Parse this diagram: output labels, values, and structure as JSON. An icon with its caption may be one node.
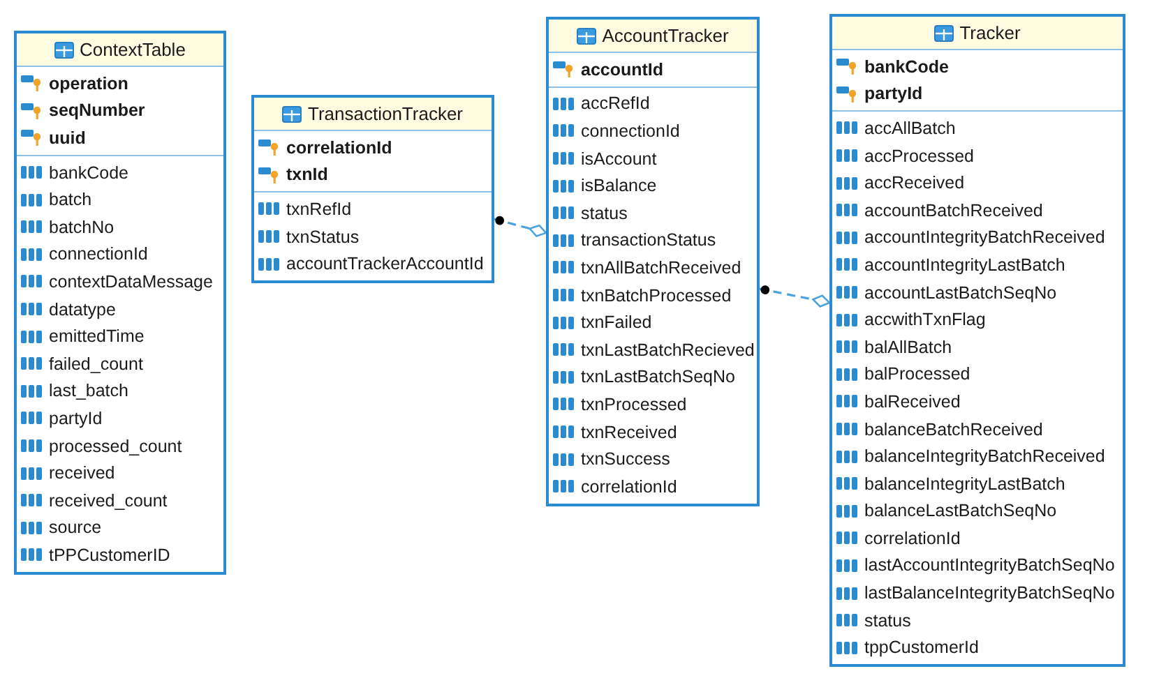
{
  "diagram": {
    "nodes": [
      {
        "text": [
          "ContextTable"
        ]
      },
      {
        "text": [
          "operation",
          "seqNumber",
          "uuid"
        ],
        "in": 0
      },
      {
        "text": [
          "bankCode",
          "batch",
          "batchNo",
          "connectionId",
          "contextDataMessage",
          "datatype",
          "emittedTime",
          "failed_count",
          "last_batch",
          "partyId",
          "processed_count",
          "received",
          "received_count",
          "source",
          "tPPCustomerID"
        ],
        "in": 0
      },
      {
        "text": [
          "TransactionTracker"
        ]
      },
      {
        "text": [
          "correlationId",
          "txnId"
        ],
        "in": 3
      },
      {
        "text": [
          "txnRefId",
          "txnStatus",
          "accountTrackerAccountId"
        ],
        "in": 3
      },
      {
        "text": [
          "AccountTracker"
        ]
      },
      {
        "text": [
          "accountId"
        ],
        "in": 6
      },
      {
        "text": [
          "accRefId",
          "connectionId",
          "isAccount",
          "isBalance",
          "status",
          "transactionStatus",
          "txnAllBatchReceived",
          "txnBatchProcessed",
          "txnFailed",
          "txnLastBatchRecieved",
          "txnLastBatchSeqNo",
          "txnProcessed",
          "txnReceived",
          "txnSuccess",
          "correlationId"
        ],
        "in": 6
      },
      {
        "text": [
          "Tracker"
        ]
      },
      {
        "text": [
          "bankCode",
          "partyId"
        ],
        "in": 9
      },
      {
        "text": [
          "accAllBatch",
          "accProcessed",
          "accReceived",
          "accountBatchReceived",
          "accountIntegrityBatchReceived",
          "accountIntegrityLastBatch",
          "accountLastBatchSeqNo",
          "accwithTxnFlag",
          "balAllBatch",
          "balProcessed",
          "balReceived",
          "balanceBatchReceived",
          "balanceIntegrityBatchReceived",
          "balanceIntegrityLastBatch",
          "balanceLastBatchSeqNo",
          "correlationId",
          "lastAccountIntegrityBatchSeqNo",
          "lastBalanceIntegrityBatchSeqNo",
          "status",
          "tppCustomerId"
        ],
        "in": 9
      }
    ],
    "edges": [
      {
        "from": 3,
        "to": 6,
        "arrow": "other",
        "style": "dashed"
      },
      {
        "from": 6,
        "to": 9,
        "arrow": "other",
        "style": "dashed"
      }
    ]
  }
}
